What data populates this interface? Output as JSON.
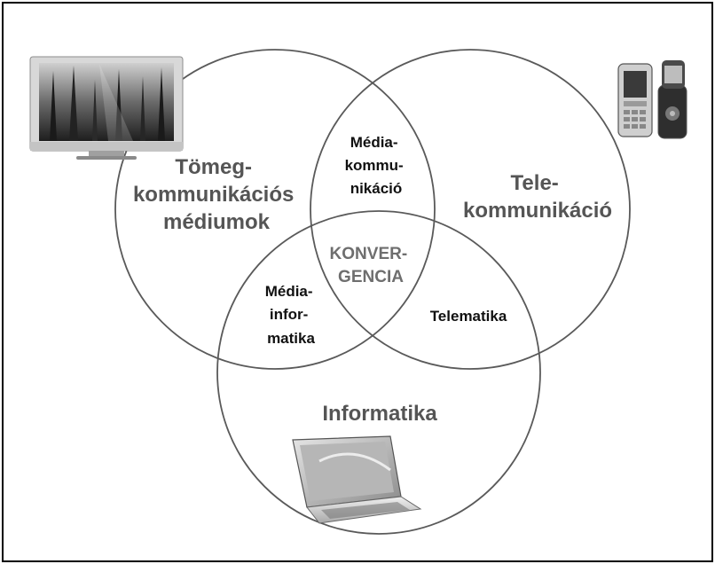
{
  "circles": {
    "tomeg": {
      "lines": [
        "Tömeg-",
        "kommunikációs",
        "médiumok"
      ]
    },
    "tele": {
      "lines": [
        "Tele-",
        "kommunikáció"
      ]
    },
    "informatika": {
      "lines": [
        "Informatika"
      ]
    }
  },
  "overlaps": {
    "media_kommunikacio": {
      "lines": [
        "Média-",
        "kommu-",
        "nikáció"
      ]
    },
    "media_informatika": {
      "lines": [
        "Média-",
        "infor-",
        "matika"
      ]
    },
    "telematika": {
      "lines": [
        "Telematika"
      ]
    },
    "konvergencia": {
      "lines": [
        "KONVER-",
        "GENCIA"
      ]
    }
  },
  "icons": {
    "tv": "television-icon",
    "phones": "mobile-phones-icon",
    "laptop": "laptop-icon"
  }
}
